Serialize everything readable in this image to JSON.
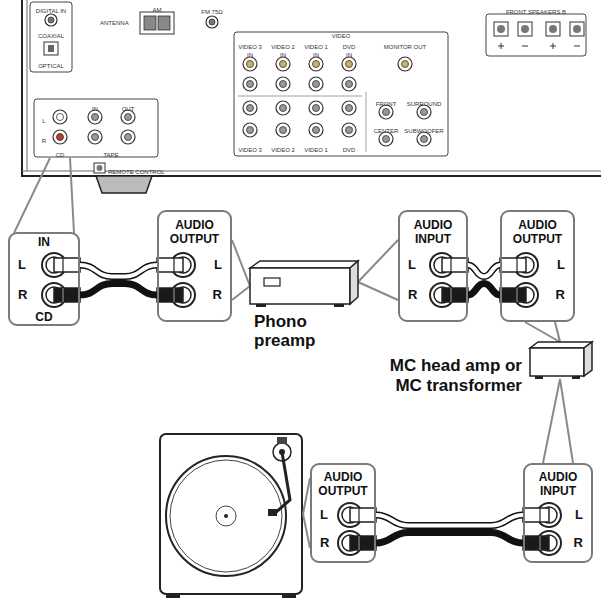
{
  "diagram": {
    "nodes": [
      {
        "text": [
          "IN",
          "L",
          "R",
          "CD"
        ]
      },
      {
        "text": [
          "AUDIO OUTPUT",
          "L",
          "R"
        ]
      },
      {
        "text": [
          "Phono preamp"
        ]
      },
      {
        "text": [
          "AUDIO INPUT",
          "L",
          "R"
        ]
      },
      {
        "text": [
          "AUDIO OUTPUT",
          "L",
          "R"
        ]
      },
      {
        "text": [
          "MC head amp or MC transformer"
        ]
      },
      {
        "text": [
          "AUDIO OUTPUT",
          "L",
          "R"
        ]
      },
      {
        "text": [
          "AUDIO INPUT",
          "L",
          "R"
        ]
      }
    ],
    "edges": [
      {
        "from": 0,
        "to": 1,
        "arrow": "none"
      },
      {
        "from": 1,
        "to": 2,
        "arrow": "none"
      },
      {
        "from": 2,
        "to": 3,
        "arrow": "none"
      },
      {
        "from": 3,
        "to": 4,
        "arrow": "none"
      },
      {
        "from": 4,
        "to": 5,
        "arrow": "none"
      },
      {
        "from": 5,
        "to": 7,
        "arrow": "none"
      },
      {
        "from": 6,
        "to": 7,
        "arrow": "none"
      }
    ],
    "labels": [
      "DIGITAL IN",
      "COAXIAL",
      "OPTICAL",
      "ANTENNA",
      "AM",
      "FM 75Ω",
      "FRONT SPEAKERS B",
      "VIDEO",
      "VIDEO 3",
      "VIDEO 2",
      "VIDEO 1",
      "DVD",
      "MONITOR OUT",
      "IN",
      "IN",
      "IN",
      "IN",
      "FRONT",
      "SURROUND",
      "CENTER",
      "SUBWOOFER",
      "VIDEO 3",
      "VIDEO 2",
      "VIDEO 1",
      "DVD",
      "L",
      "R",
      "IN",
      "OUT",
      "CD",
      "TAPE",
      "REMOTE CONTROL"
    ]
  }
}
